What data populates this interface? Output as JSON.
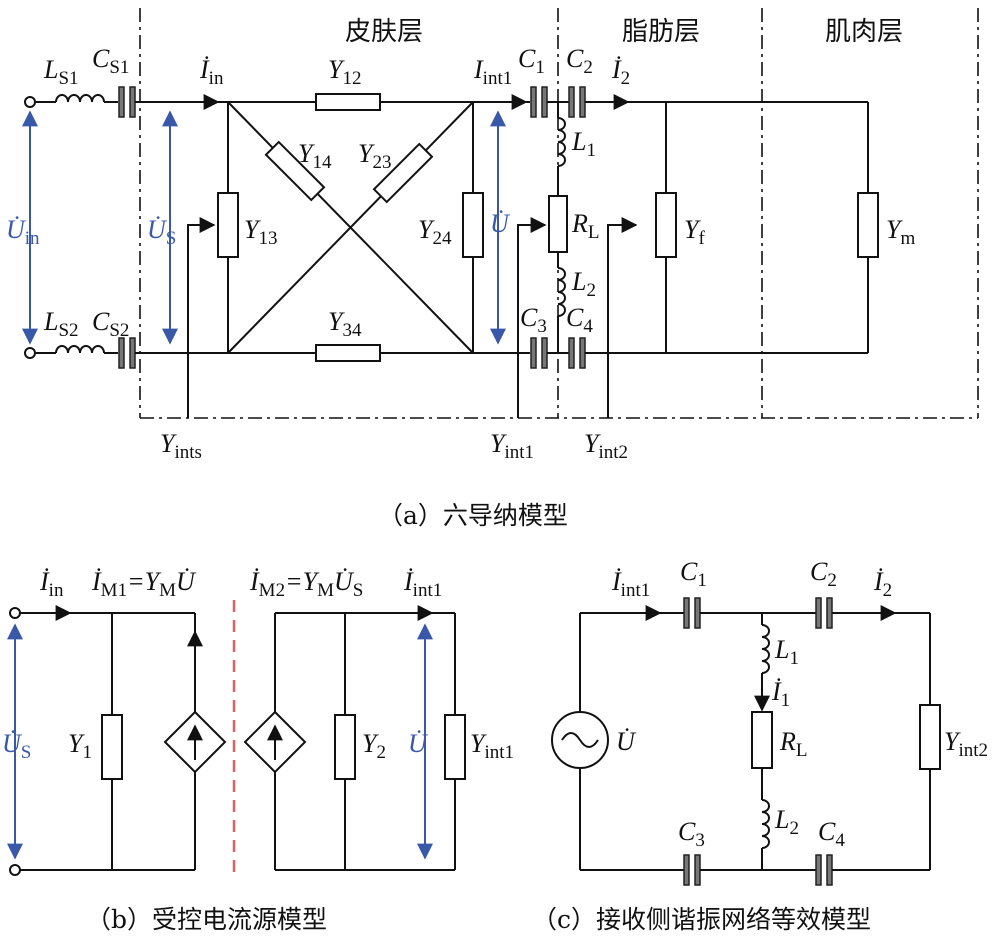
{
  "panel_a": {
    "layers": {
      "skin": "皮肤层",
      "fat": "脂肪层",
      "muscle": "肌肉层"
    },
    "labels": {
      "LS1": "L",
      "LS1_sub": "S1",
      "CS1": "C",
      "CS1_sub": "S1",
      "LS2": "L",
      "LS2_sub": "S2",
      "CS2": "C",
      "CS2_sub": "S2",
      "Iin": "İ",
      "Iin_sub": "in",
      "Uin": "U̇",
      "Uin_sub": "in",
      "US": "U̇",
      "US_sub": "S",
      "Y12": "Y",
      "Y12_sub": "12",
      "Y13": "Y",
      "Y13_sub": "13",
      "Y14": "Y",
      "Y14_sub": "14",
      "Y23": "Y",
      "Y23_sub": "23",
      "Y24": "Y",
      "Y24_sub": "24",
      "Y34": "Y",
      "Y34_sub": "34",
      "Iint1": "I",
      "Iint1_sub": "int1",
      "C1": "C",
      "C1_sub": "1",
      "C2": "C",
      "C2_sub": "2",
      "C3": "C",
      "C3_sub": "3",
      "C4": "C",
      "C4_sub": "4",
      "I2": "İ",
      "I2_sub": "2",
      "L1": "L",
      "L1_sub": "1",
      "L2": "L",
      "L2_sub": "2",
      "RL": "R",
      "RL_sub": "L",
      "U": "U̇",
      "Yf": "Y",
      "Yf_sub": "f",
      "Ym": "Y",
      "Ym_sub": "m",
      "Yints": "Y",
      "Yints_sub": "ints",
      "Yint1": "Y",
      "Yint1_sub": "int1",
      "Yint2": "Y",
      "Yint2_sub": "int2"
    },
    "caption": "（a）六导纳模型"
  },
  "panel_b": {
    "labels": {
      "Iin": "İ",
      "Iin_sub": "in",
      "IM1": "İ",
      "IM1_sub": "M1",
      "IM1_eq": "=Y",
      "IM1_eq_sub": "M",
      "IM1_tail": "U̇",
      "IM2": "İ",
      "IM2_sub": "M2",
      "IM2_eq": "=Y",
      "IM2_eq_sub": "M",
      "IM2_tail": "U̇",
      "IM2_tail_sub": "S",
      "Iint1": "İ",
      "Iint1_sub": "int1",
      "US": "U̇",
      "US_sub": "S",
      "Y1": "Y",
      "Y1_sub": "1",
      "Y2": "Y",
      "Y2_sub": "2",
      "U": "U̇",
      "Yint1": "Y",
      "Yint1_sub": "int1"
    },
    "caption": "（b）受控电流源模型"
  },
  "panel_c": {
    "labels": {
      "Iint1": "İ",
      "Iint1_sub": "int1",
      "C1": "C",
      "C1_sub": "1",
      "C2": "C",
      "C2_sub": "2",
      "C3": "C",
      "C3_sub": "3",
      "C4": "C",
      "C4_sub": "4",
      "I2": "İ",
      "I2_sub": "2",
      "L1": "L",
      "L1_sub": "1",
      "I1": "İ",
      "I1_sub": "1",
      "RL": "R",
      "RL_sub": "L",
      "L2": "L",
      "L2_sub": "2",
      "U": "U̇",
      "Yint2": "Y",
      "Yint2_sub": "int2"
    },
    "caption": "（c）接收侧谐振网络等效模型"
  }
}
